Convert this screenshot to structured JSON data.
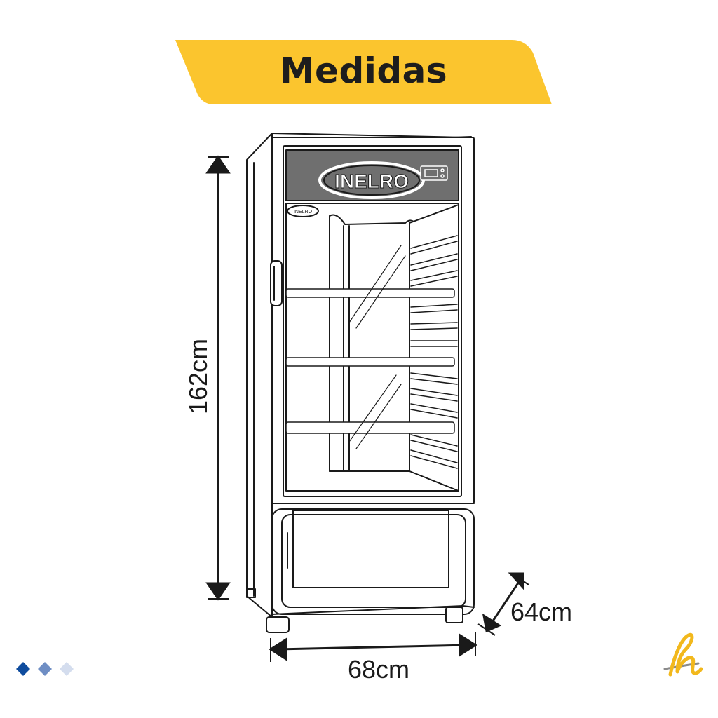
{
  "banner": {
    "title": "Medidas",
    "color": "#FBC52E"
  },
  "fridge": {
    "brand": "INELRO",
    "brand_small": "INELRO"
  },
  "dimensions": {
    "height": "162cm",
    "width": "68cm",
    "depth": "64cm"
  },
  "colors": {
    "line": "#1a1a1a",
    "panel": "#6f6f6f",
    "dot_dark": "#0F4C9E",
    "dot_mid": "#6F8EC4",
    "dot_light": "#D4DDEE",
    "logo_gold": "#F2B81C",
    "logo_gray": "#8A8A8A"
  },
  "icons": {
    "pagination": "diamond-dots",
    "logo": "script-h-logo"
  }
}
